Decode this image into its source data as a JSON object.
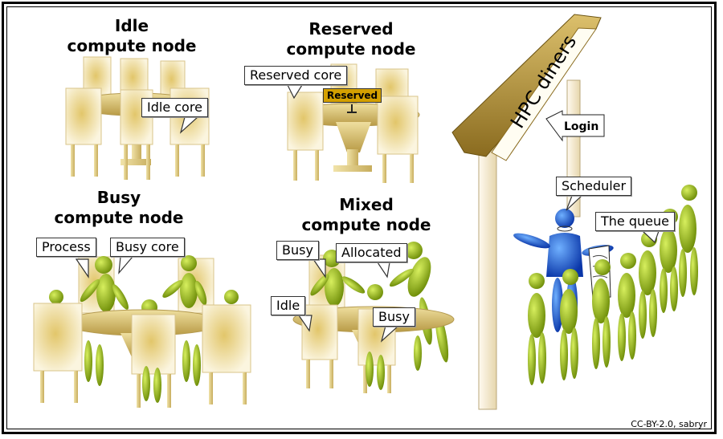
{
  "titles": {
    "idle": [
      "Idle",
      "compute node"
    ],
    "reserved": [
      "Reserved",
      "compute node"
    ],
    "busy": [
      "Busy",
      "compute node"
    ],
    "mixed": [
      "Mixed",
      "compute node"
    ]
  },
  "bubbles": {
    "idle_core": "Idle core",
    "reserved_core": "Reserved core",
    "reserved_sign": "Reserved",
    "process": "Process",
    "busy_core": "Busy core",
    "mixed_busy_1": "Busy",
    "mixed_allocated": "Allocated",
    "mixed_idle": "Idle",
    "mixed_busy_2": "Busy",
    "scheduler": "Scheduler",
    "the_queue": "The queue"
  },
  "signpost": {
    "sign_label": "HPC diners",
    "arrow_label": "Login"
  },
  "credit": "CC-BY-2.0, sabryr",
  "colors": {
    "chair": "#efe3b6",
    "table": "#d9c27a",
    "figure_green": "#8aa914",
    "scheduler_blue": "#1e56c8",
    "sign_brown": "#c9a84a"
  }
}
